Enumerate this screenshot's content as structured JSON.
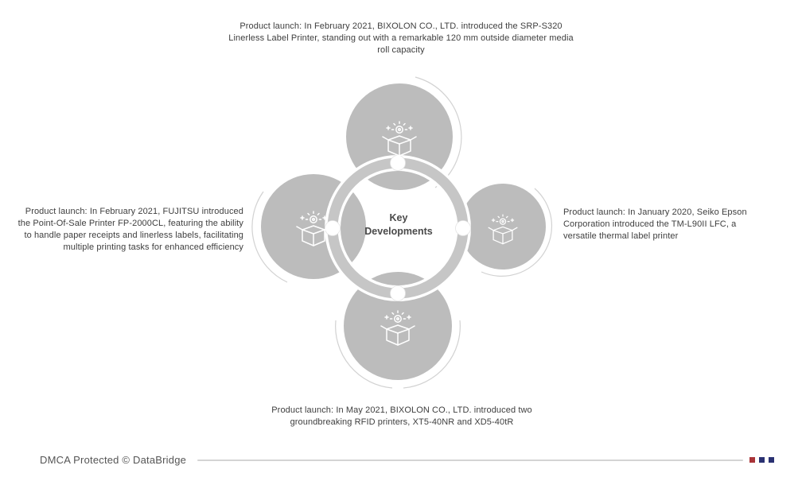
{
  "diagram": {
    "center": {
      "lines": [
        "Key",
        "Developments"
      ]
    },
    "nodes": [
      {
        "id": "top",
        "icon": "product-launch-open-box-icon",
        "text": "Product launch: In February 2021, BIXOLON CO., LTD. introduced the SRP-S320 Linerless Label Printer, standing out with a remarkable 120 mm outside diameter media roll capacity"
      },
      {
        "id": "left",
        "icon": "product-launch-open-box-icon",
        "text": "Product launch: In February 2021, FUJITSU introduced the Point-Of-Sale Printer FP-2000CL, featuring the ability to handle paper receipts and linerless labels, facilitating multiple printing tasks for enhanced efficiency"
      },
      {
        "id": "right",
        "icon": "product-launch-open-box-icon",
        "text": "Product launch: In January 2020, Seiko Epson Corporation introduced the TM-L90II LFC, a versatile thermal label printer"
      },
      {
        "id": "bottom",
        "icon": "product-launch-open-box-icon",
        "text": "Product launch: In May 2021, BIXOLON CO., LTD. introduced two groundbreaking RFID printers, XT5-40NR and XD5-40tR"
      }
    ]
  },
  "footer": {
    "dmca_text": "DMCA Protected © DataBridge"
  },
  "colors": {
    "node_circle": "#bcbcbc",
    "connector_ring": "#c6c6c6",
    "decorative_arc": "#d2d2d2",
    "annotation_text": "#3e3e3e",
    "center_text": "#4a4a4a",
    "brand_red": "#a93439",
    "brand_navy": "#2a3172"
  }
}
